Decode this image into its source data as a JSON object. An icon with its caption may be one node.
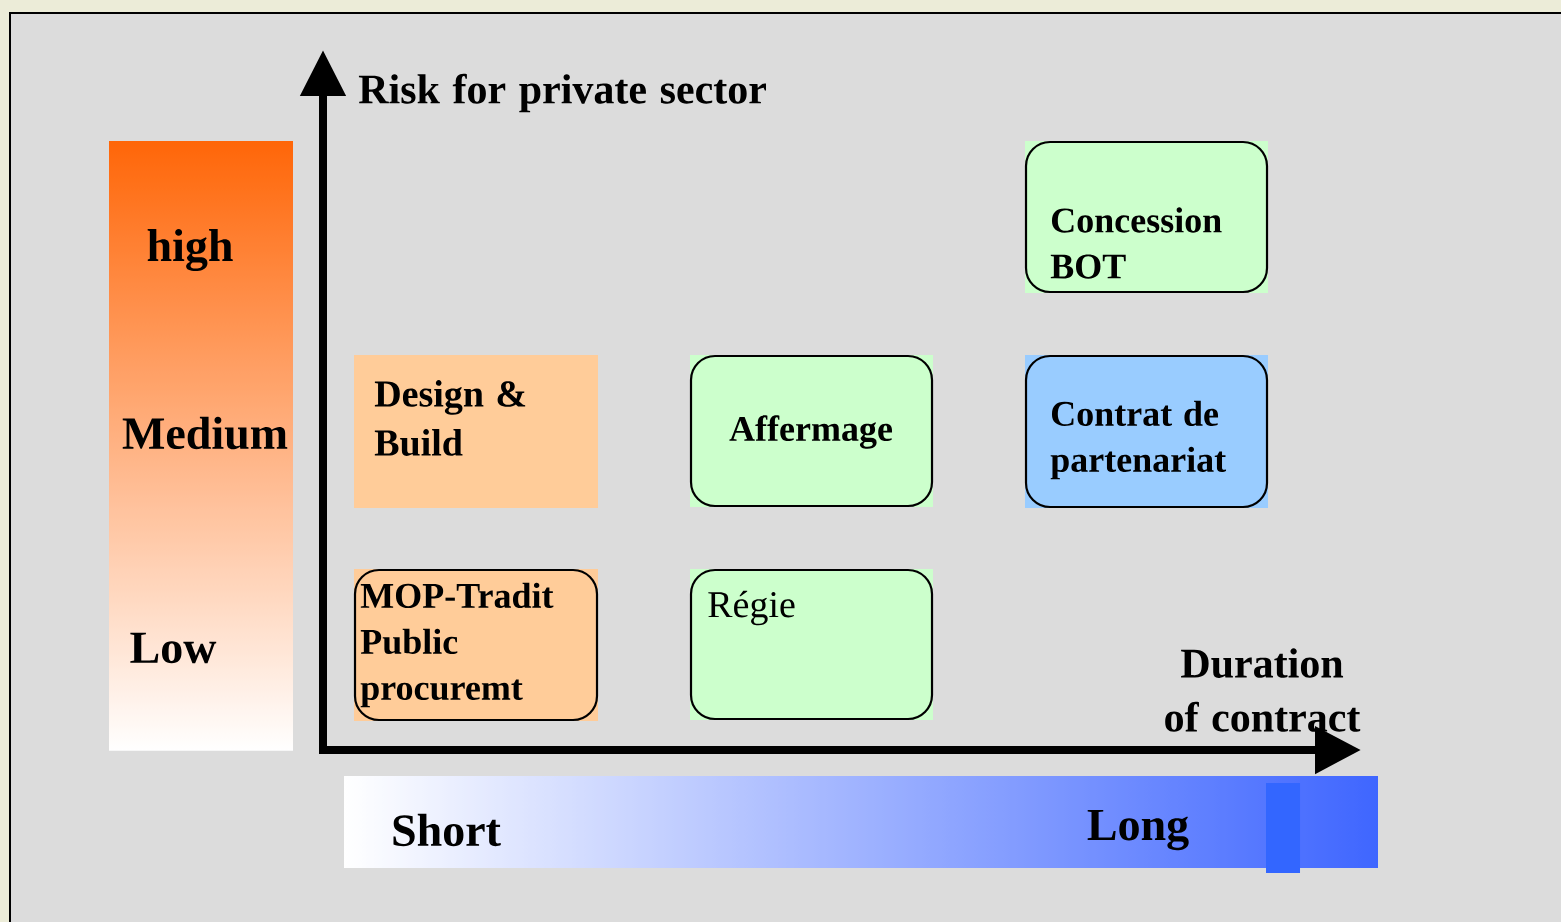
{
  "diagram": {
    "nodes": [
      {
        "text": [
          "high",
          "Medium",
          "Low"
        ]
      },
      {
        "text": [
          "Short",
          "Long"
        ]
      },
      {
        "text": [
          "Concession BOT"
        ]
      },
      {
        "text": [
          "Design & Build"
        ]
      },
      {
        "text": [
          "Affermage"
        ]
      },
      {
        "text": [
          "Contrat de partenariat"
        ]
      },
      {
        "text": [
          "MOP-Tradit Public procuremt"
        ]
      },
      {
        "text": [
          "Régie"
        ]
      },
      {
        "text": [],
        "shape": "bar"
      }
    ],
    "labels": [
      "Risk for private sector",
      "Duration of contract"
    ]
  }
}
